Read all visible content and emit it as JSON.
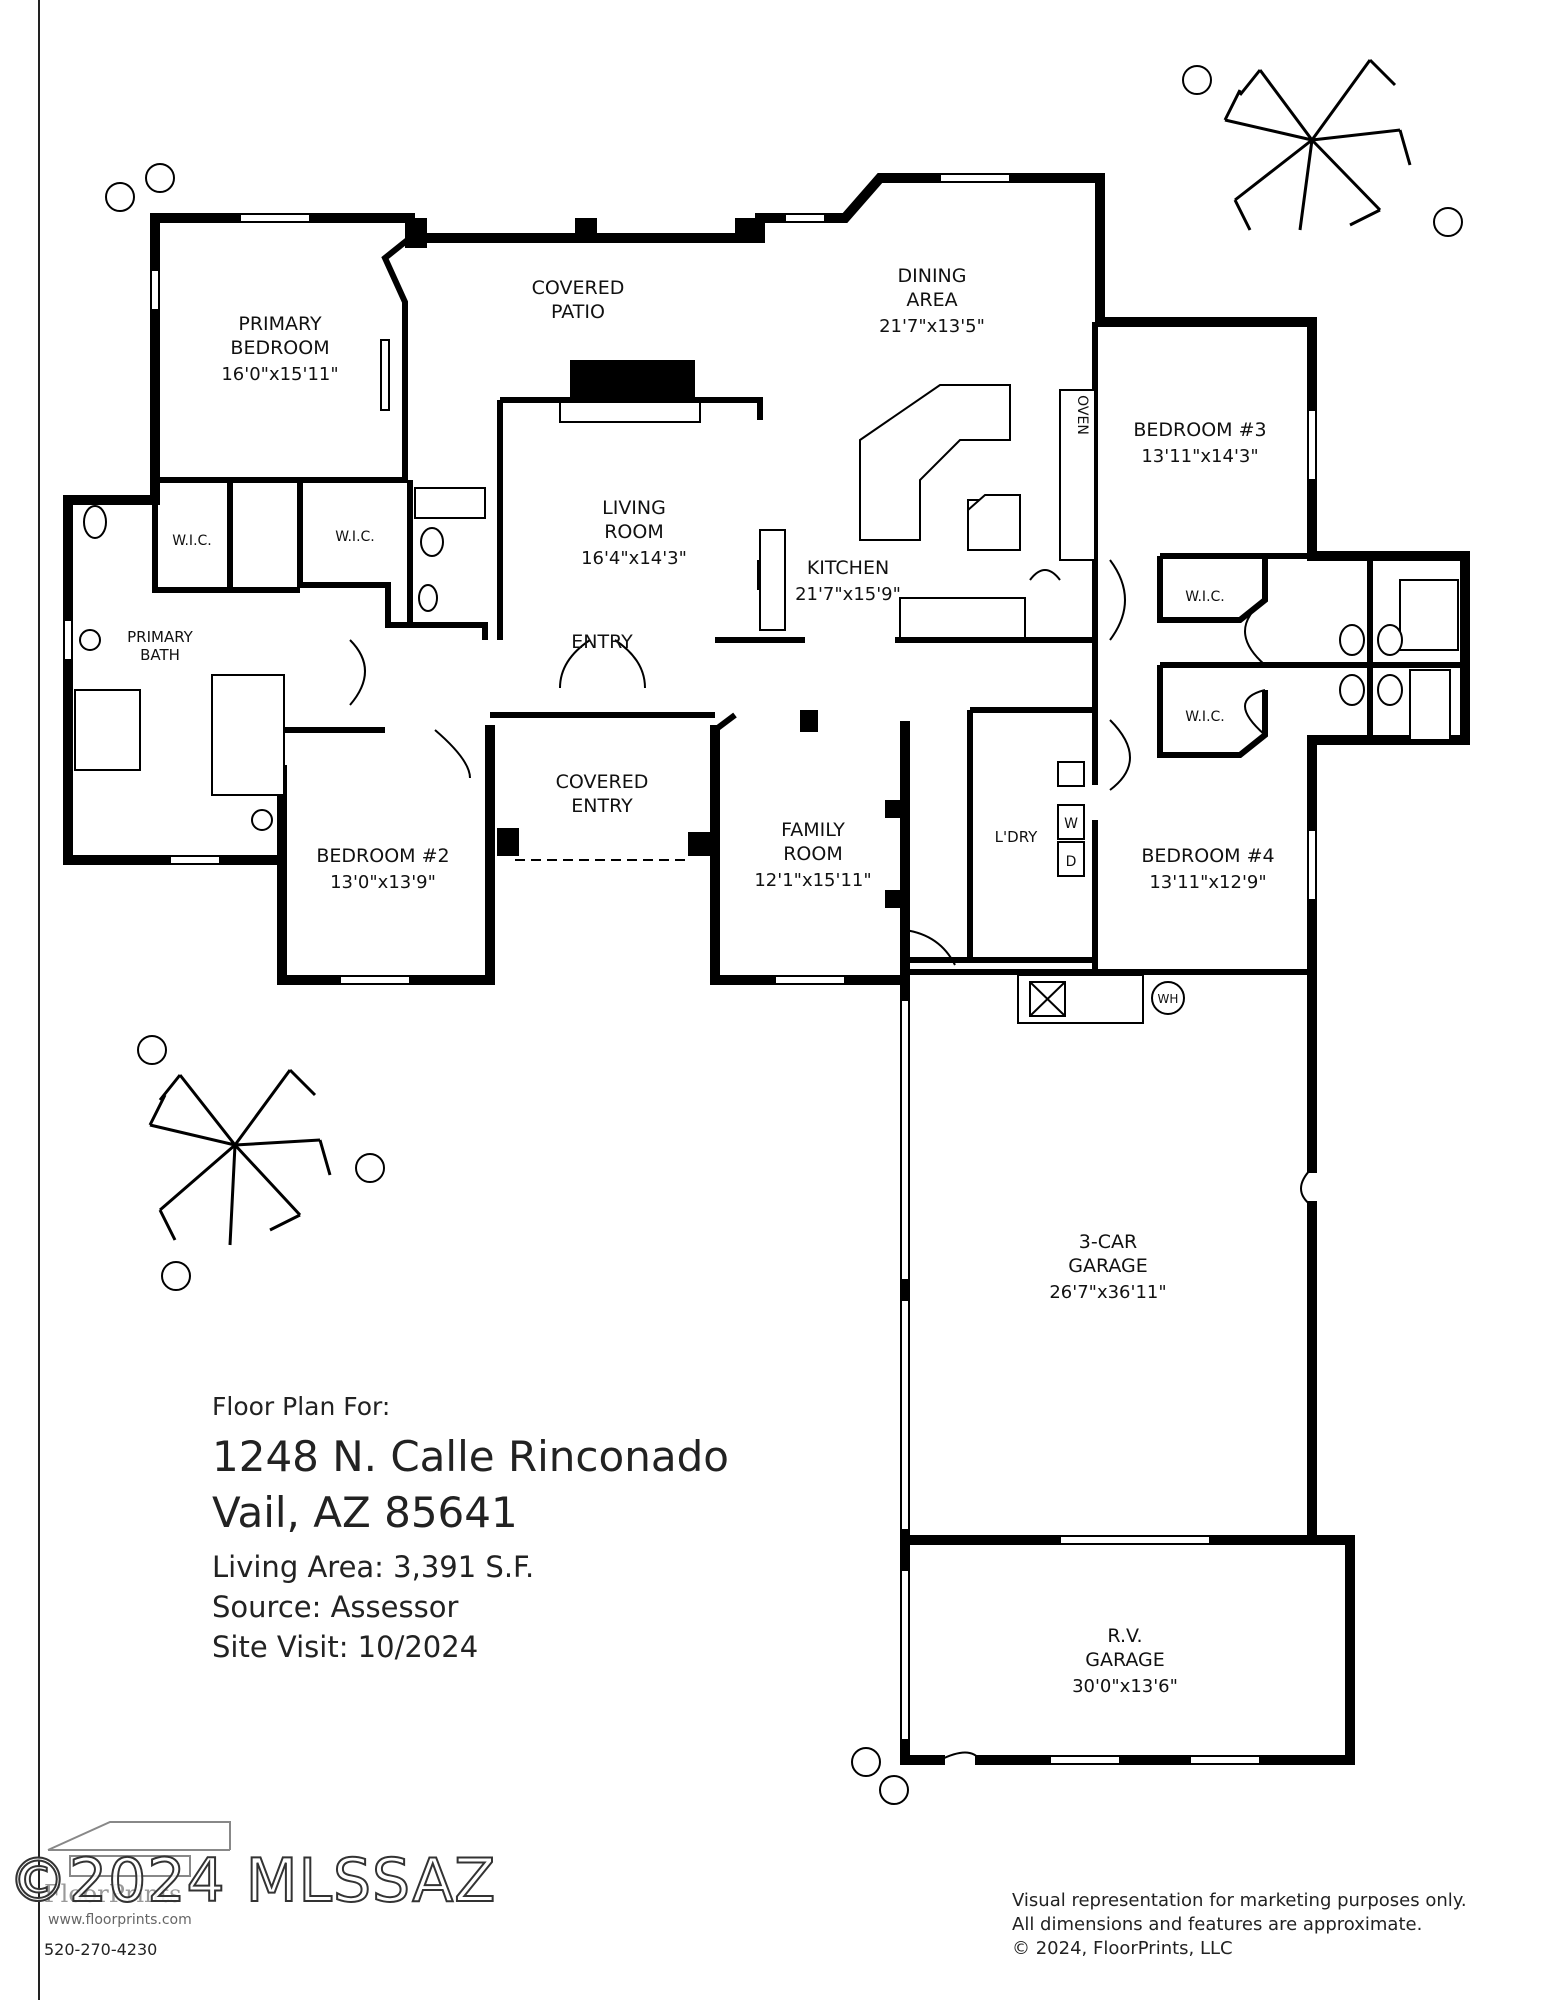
{
  "rooms": {
    "covered_patio": {
      "name_line1": "COVERED",
      "name_line2": "PATIO"
    },
    "primary_bedroom": {
      "name_line1": "PRIMARY",
      "name_line2": "BEDROOM",
      "dims": "16'0\"x15'11\""
    },
    "dining_area": {
      "name_line1": "DINING",
      "name_line2": "AREA",
      "dims": "21'7\"x13'5\""
    },
    "bedroom3": {
      "name": "BEDROOM #3",
      "dims": "13'11\"x14'3\""
    },
    "living_room": {
      "name_line1": "LIVING",
      "name_line2": "ROOM",
      "dims": "16'4\"x14'3\""
    },
    "kitchen": {
      "name": "KITCHEN",
      "dims": "21'7\"x15'9\""
    },
    "wic_primary1": {
      "name": "W.I.C."
    },
    "wic_primary2": {
      "name": "W.I.C."
    },
    "wic_bed3": {
      "name": "W.I.C."
    },
    "wic_bed4": {
      "name": "W.I.C."
    },
    "primary_bath": {
      "name_line1": "PRIMARY",
      "name_line2": "BATH"
    },
    "entry": {
      "name": "ENTRY"
    },
    "covered_entry": {
      "name_line1": "COVERED",
      "name_line2": "ENTRY"
    },
    "bedroom2": {
      "name": "BEDROOM #2",
      "dims": "13'0\"x13'9\""
    },
    "family_room": {
      "name_line1": "FAMILY",
      "name_line2": "ROOM",
      "dims": "12'1\"x15'11\""
    },
    "laundry": {
      "name": "L'DRY"
    },
    "bedroom4": {
      "name": "BEDROOM #4",
      "dims": "13'11\"x12'9\""
    },
    "garage3": {
      "name_line1": "3-CAR",
      "name_line2": "GARAGE",
      "dims": "26'7\"x36'11\""
    },
    "rv_garage": {
      "name_line1": "R.V.",
      "name_line2": "GARAGE",
      "dims": "30'0\"x13'6\""
    }
  },
  "fixtures": {
    "oven": "OVEN",
    "water_heater": "WH",
    "washer": "W",
    "dryer": "D"
  },
  "info": {
    "heading": "Floor Plan For:",
    "address_line1": "1248 N. Calle Rinconado",
    "address_line2": "Vail, AZ  85641",
    "living_area": "Living Area:  3,391 S.F.",
    "source": "Source:  Assessor",
    "site_visit": "Site Visit:  10/2024"
  },
  "disclaimer": {
    "line1": "Visual representation for marketing purposes only.",
    "line2": "All dimensions and features are approximate.",
    "line3": "© 2024, FloorPrints, LLC"
  },
  "logo": {
    "name": "FloorPrints",
    "url": "www.floorprints.com",
    "phone": "520-270-4230"
  },
  "watermark": "©2024 MLSSAZ",
  "icons": [
    "tree-icon",
    "shrub-icon",
    "floorprints-logo-icon"
  ]
}
